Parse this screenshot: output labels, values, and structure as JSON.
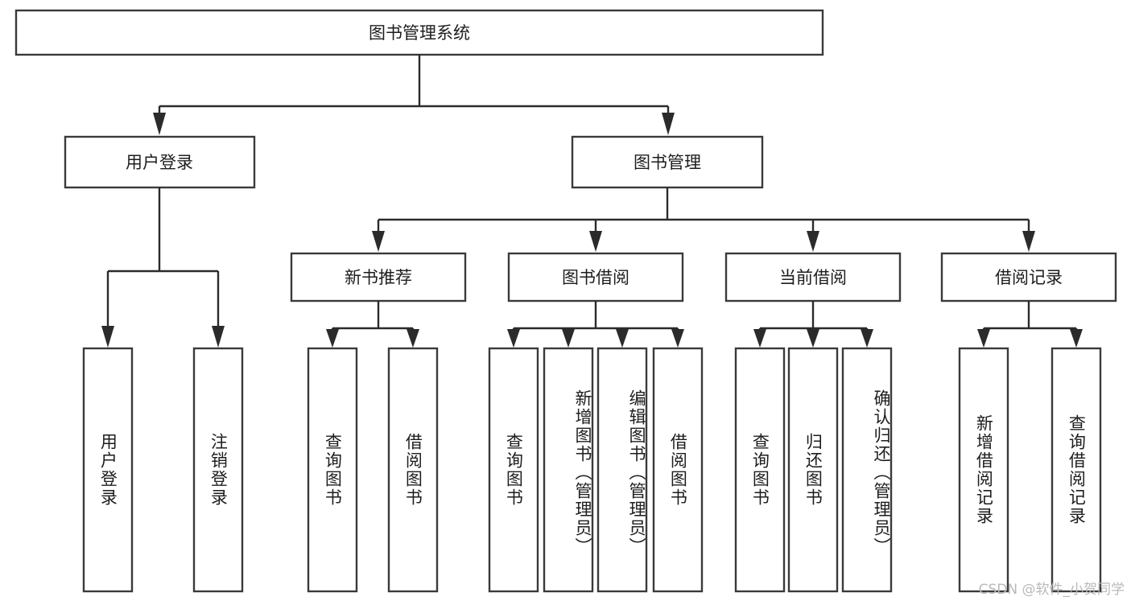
{
  "diagram": {
    "type": "tree",
    "title": "图书管理系统",
    "orientation": "top-down",
    "colors": {
      "box_border": "#3a3a3a",
      "connector": "#2b2b2b",
      "box_fill": "#ffffff",
      "text": "#1d1d1d",
      "watermark": "#b9b9b9",
      "background": "#ffffff"
    },
    "root": {
      "label": "图书管理系统",
      "name": "root-book-management-system"
    },
    "level2": [
      {
        "label": "用户登录",
        "name": "node-user-login"
      },
      {
        "label": "图书管理",
        "name": "node-book-management"
      }
    ],
    "level3": [
      {
        "label": "新书推荐",
        "name": "node-new-book-recommend"
      },
      {
        "label": "图书借阅",
        "name": "node-book-borrow"
      },
      {
        "label": "当前借阅",
        "name": "node-current-borrow"
      },
      {
        "label": "借阅记录",
        "name": "node-borrow-record"
      }
    ],
    "leaves": {
      "user_login": [
        {
          "label": "用户登录",
          "name": "leaf-user-login"
        },
        {
          "label": "注销登录",
          "name": "leaf-logout"
        }
      ],
      "new_book_recommend": [
        {
          "label": "查询图书",
          "name": "leaf-query-book-1"
        },
        {
          "label": "借阅图书",
          "name": "leaf-borrow-book-1"
        }
      ],
      "book_borrow": [
        {
          "label": "查询图书",
          "name": "leaf-query-book-2"
        },
        {
          "label": "新增图书（管理员）",
          "name": "leaf-add-book-admin"
        },
        {
          "label": "编辑图书（管理员）",
          "name": "leaf-edit-book-admin"
        },
        {
          "label": "借阅图书",
          "name": "leaf-borrow-book-2"
        }
      ],
      "current_borrow": [
        {
          "label": "查询图书",
          "name": "leaf-query-book-3"
        },
        {
          "label": "归还图书",
          "name": "leaf-return-book"
        },
        {
          "label": "确认归还（管理员）",
          "name": "leaf-confirm-return-admin"
        }
      ],
      "borrow_record": [
        {
          "label": "新增借阅记录",
          "name": "leaf-add-borrow-record"
        },
        {
          "label": "查询借阅记录",
          "name": "leaf-query-borrow-record"
        }
      ]
    }
  },
  "watermark": {
    "text": "CSDN @软件_小贺同学"
  }
}
